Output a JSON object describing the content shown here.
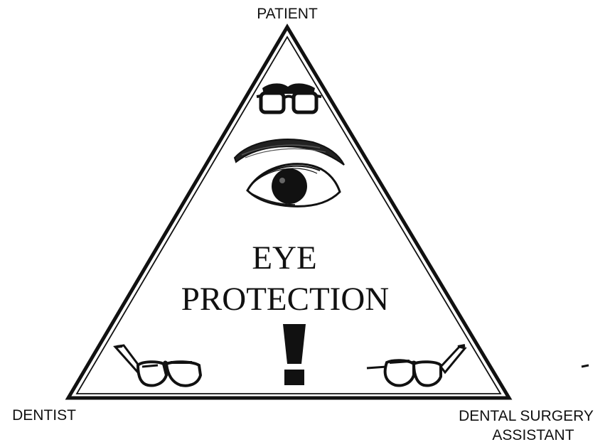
{
  "diagram": {
    "labels": {
      "top": "PATIENT",
      "bottom_left": "DENTIST",
      "bottom_right_line1": "DENTAL SURGERY",
      "bottom_right_line2": "ASSISTANT"
    },
    "center": {
      "line1": "EYE",
      "line2": "PROTECTION",
      "symbol": "!"
    },
    "icons": {
      "top": "safety-glasses-icon",
      "middle": "eye-icon",
      "bottom_left": "safety-glasses-icon",
      "bottom_right": "safety-glasses-icon",
      "warning": "exclamation-icon"
    },
    "colors": {
      "line": "#111111",
      "background": "#ffffff"
    }
  }
}
